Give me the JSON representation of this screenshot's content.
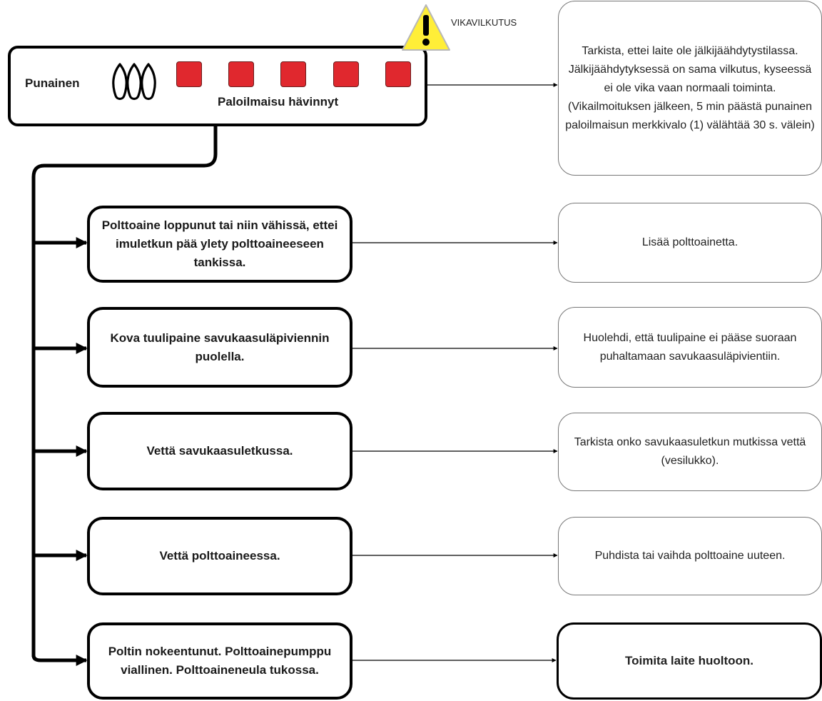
{
  "status_panel": {
    "color_label": "Punainen",
    "flame_icon": "flame-icon",
    "indicator_count": 5,
    "indicator_color": "#e0282e",
    "caption": "Paloilmaisu hävinnyt"
  },
  "warning": {
    "icon": "warning-triangle-icon",
    "icon_color": "#ffee38",
    "label": "VIKAVILKUTUS"
  },
  "intro_note": "Tarkista, ettei laite ole jälkijäähdytystilassa. Jälkijäähdytyksessä on sama vilkutus, kyseessä ei ole vika vaan normaali toiminta. (Vikailmoituksen jälkeen, 5 min päästä punainen paloilmaisun merkkivalo (1) välähtää 30 s. välein)",
  "causes": [
    {
      "cause": "Polttoaine loppunut tai niin vähissä, ettei imuletkun pää ylety polttoaineeseen tankissa.",
      "action": "Lisää polttoainetta."
    },
    {
      "cause": "Kova tuulipaine savukaasuläpiviennin puolella.",
      "action": "Huolehdi, että tuulipaine ei pääse suoraan puhaltamaan savukaasuläpivientiin."
    },
    {
      "cause": "Vettä savukaasuletkussa.",
      "action": "Tarkista onko savukaasuletkun mutkissa vettä (vesilukko)."
    },
    {
      "cause": "Vettä polttoaineessa.",
      "action": "Puhdista tai vaihda polttoaine uuteen."
    },
    {
      "cause": "Poltin nokeentunut. Polttoainepumppu viallinen. Polttoaineneula tukossa.",
      "action": "Toimita laite huoltoon."
    }
  ]
}
